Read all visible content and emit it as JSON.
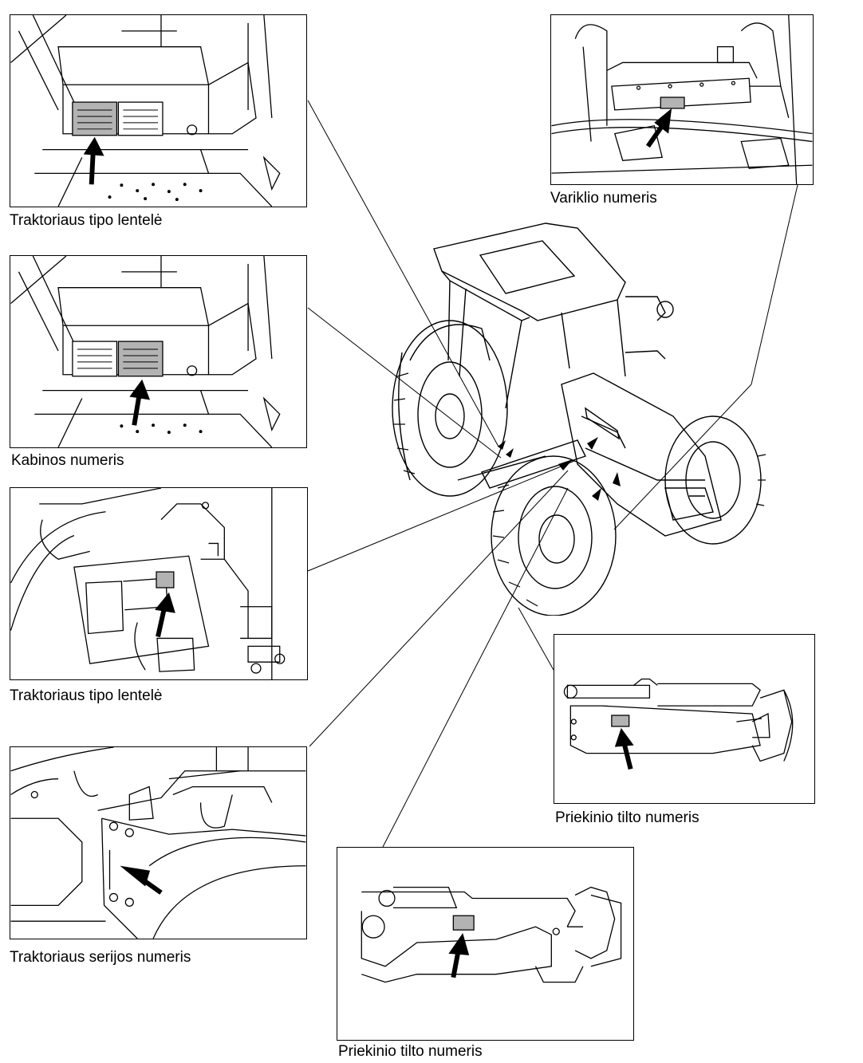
{
  "labels": {
    "p1": "Traktoriaus tipo lentelė",
    "p2": "Kabinos numeris",
    "p3": "Traktoriaus tipo lentelė",
    "p4": "Traktoriaus serijos numeris",
    "p5": "Variklio numeris",
    "p6": "Priekinio tilto numeris",
    "p7": "Priekinio tilto numeris"
  },
  "colors": {
    "line": "#000000",
    "plate_highlight": "#b3b3b3",
    "background": "#ffffff"
  },
  "icons": {
    "pointer": "arrow-icon"
  }
}
